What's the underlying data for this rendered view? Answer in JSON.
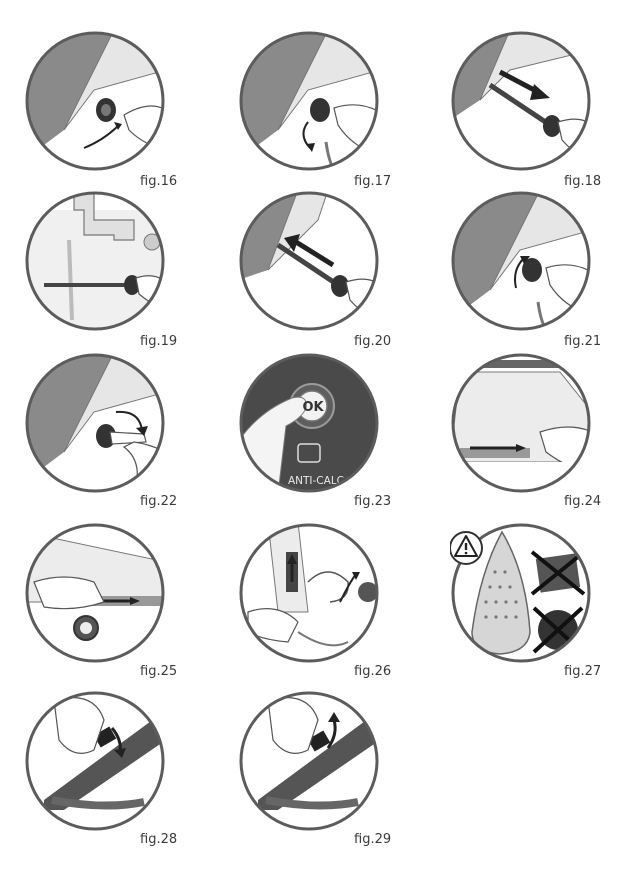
{
  "figures": [
    {
      "label": "fig.16"
    },
    {
      "label": "fig.17"
    },
    {
      "label": "fig.18"
    },
    {
      "label": "fig.19"
    },
    {
      "label": "fig.20"
    },
    {
      "label": "fig.21"
    },
    {
      "label": "fig.22"
    },
    {
      "label": "fig.23",
      "button_text": "OK",
      "caption": "ANTI-CALC"
    },
    {
      "label": "fig.24"
    },
    {
      "label": "fig.25"
    },
    {
      "label": "fig.26"
    },
    {
      "label": "fig.27"
    },
    {
      "label": "fig.28"
    },
    {
      "label": "fig.29"
    }
  ],
  "colors": {
    "circle_stroke": "#5c5c5c",
    "dark_gray": "#555555",
    "mid_gray": "#9a9a9a",
    "light_gray": "#d8d8d8",
    "black": "#1e1e1e"
  }
}
